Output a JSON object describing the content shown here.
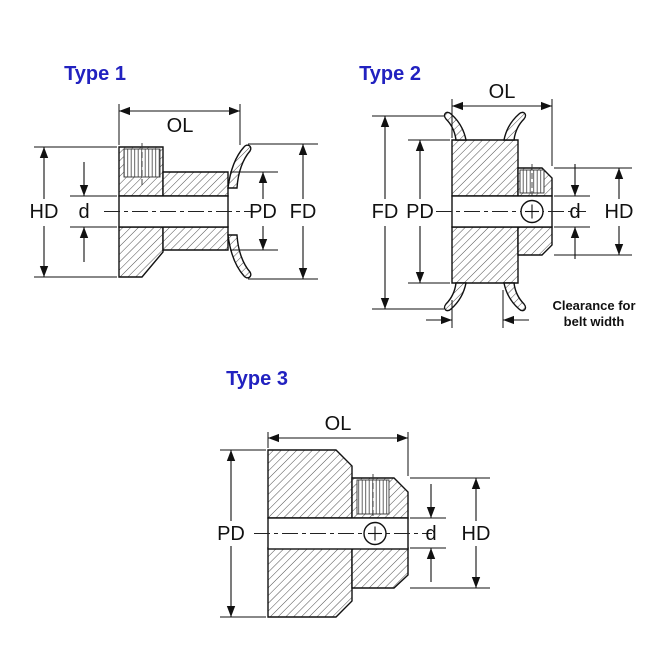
{
  "colors": {
    "title_blue": "#2222c0",
    "line": "#111111",
    "background": "#ffffff"
  },
  "figures": {
    "type1": {
      "title": "Type 1",
      "dims": {
        "ol": "OL",
        "hd": "HD",
        "d": "d",
        "pd": "PD",
        "fd": "FD"
      }
    },
    "type2": {
      "title": "Type 2",
      "dims": {
        "ol": "OL",
        "fd": "FD",
        "pd": "PD",
        "d": "d",
        "hd": "HD"
      },
      "note": {
        "line1": "Clearance for",
        "line2": "belt width"
      }
    },
    "type3": {
      "title": "Type 3",
      "dims": {
        "ol": "OL",
        "pd": "PD",
        "d": "d",
        "hd": "HD"
      }
    }
  }
}
